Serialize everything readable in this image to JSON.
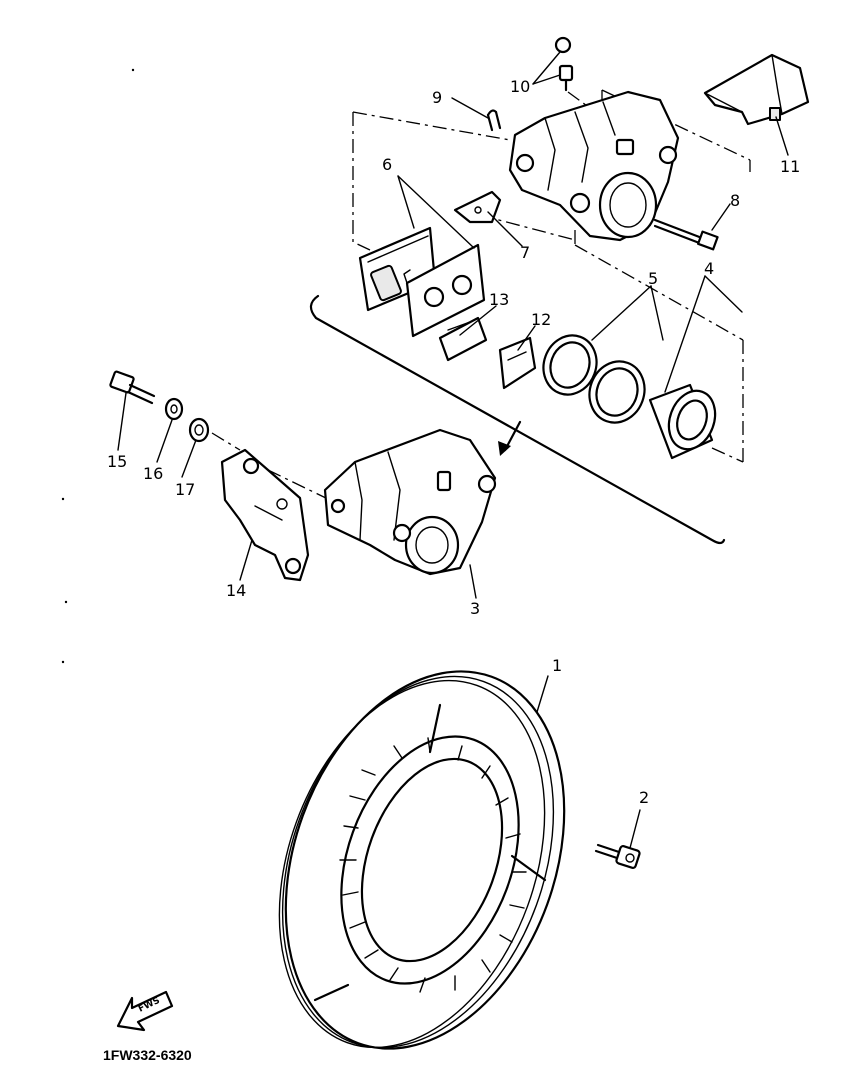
{
  "diagram": {
    "drawing_code": "1FW332-6320",
    "direction_arrow_label": "FWS",
    "callouts": [
      "1",
      "2",
      "3",
      "4",
      "5",
      "6",
      "7",
      "8",
      "9",
      "10",
      "11",
      "12",
      "13",
      "14",
      "15",
      "16",
      "17"
    ]
  }
}
